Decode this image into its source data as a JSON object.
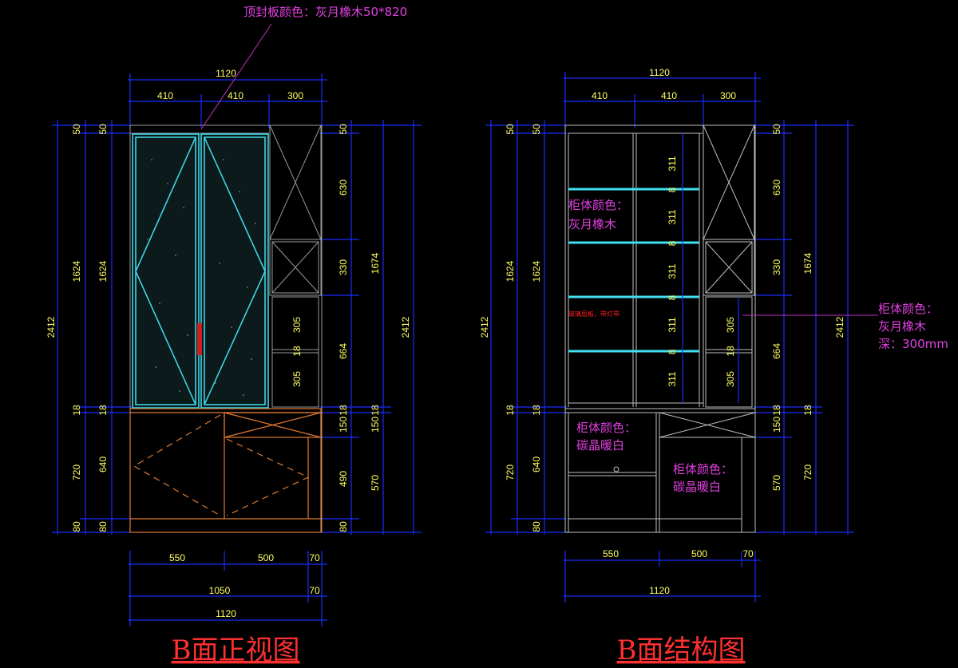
{
  "annotations": {
    "top_panel": "顶封板颜色：灰月橡木50*820",
    "body_color_1": "柜体颜色：",
    "body_color_1b": "灰月橡木",
    "glass_note": "玻璃层板，带灯带",
    "right_note_1": "柜体颜色：",
    "right_note_2": "灰月橡木",
    "right_note_3": "深：300mm",
    "lower_left_1": "柜体颜色：",
    "lower_left_2": "碳晶暖白",
    "lower_right_1": "柜体颜色：",
    "lower_right_2": "碳晶暖白"
  },
  "titles": {
    "front": "B面正视图",
    "structure": "B面结构图"
  },
  "dims": {
    "total_w": "1120",
    "w410a": "410",
    "w410b": "410",
    "w300": "300",
    "h50": "50",
    "h630": "630",
    "h330": "330",
    "h305": "305",
    "h18": "18",
    "h664": "664",
    "h1624": "1624",
    "h1674": "1674",
    "h2412": "2412",
    "h720": "720",
    "h640": "640",
    "h80": "80",
    "h150": "150",
    "h490": "490",
    "h570": "570",
    "h311": "311",
    "h8": "8",
    "b550": "550",
    "b500": "500",
    "b70": "70",
    "b1050": "1050",
    "b1120": "1120"
  },
  "colors": {
    "background": "#000000",
    "dimension_lines": "#1a2cff",
    "dimension_text": "#ffff66",
    "glass_frame": "#40e0f0",
    "lower_cabinet": "#e07a30",
    "annotation": "#e040e0",
    "title": "#ff3030"
  }
}
